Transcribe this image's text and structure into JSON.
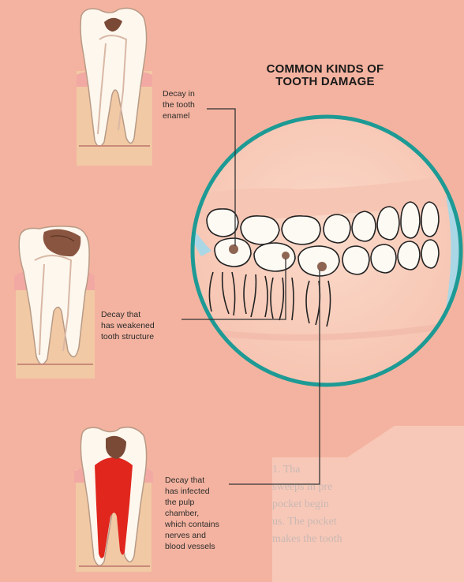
{
  "title": "COMMON KINDS OF\nTOOTH DAMAGE",
  "captions": [
    "Decay in\nthe tooth\nenamel",
    "Decay that\nhas weakened\ntooth structure",
    "Decay that\nhas infected\nthe pulp\nchamber,\nwhich contains\nnerves and\nblood vessels"
  ],
  "background_text": "1. Tha\nsweeps in pre\npocket begin\nus. The pocket\nmakes the tooth",
  "colors": {
    "background": "#f4b3a0",
    "circle_ring": "#1e9a95",
    "tooth": "#fdf7ee",
    "gum": "#f1c9a4",
    "pulp": "#e0261d",
    "decay": "#7a4a36",
    "leader": "#333333"
  },
  "icons": [
    "tooth-enamel-decay-illustration",
    "tooth-weakened-structure-illustration",
    "tooth-pulp-infection-illustration",
    "jaw-magnified-view"
  ]
}
